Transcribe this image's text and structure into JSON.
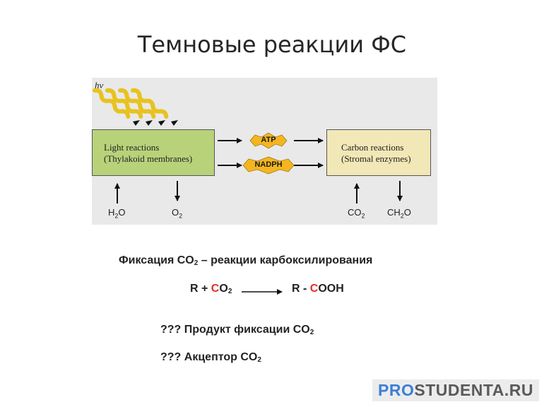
{
  "slide": {
    "title": "Темновые реакции ФС"
  },
  "diagram": {
    "hv_label": "hν",
    "light_box": {
      "line1": "Light reactions",
      "line2": "(Thylakoid membranes)"
    },
    "carbon_box": {
      "line1": "Carbon reactions",
      "line2": "(Stromal enzymes)"
    },
    "atp_label": "ATP",
    "nadph_label": "NADPH",
    "inputs": {
      "h2o": {
        "base": "H",
        "sub": "2",
        "tail": "O"
      },
      "o2": {
        "base": "O",
        "sub": "2",
        "tail": ""
      },
      "co2": {
        "base": "CO",
        "sub": "2",
        "tail": ""
      },
      "ch2o": {
        "base": "CH",
        "sub": "2",
        "tail": "O"
      }
    },
    "colors": {
      "light_box": "#b8d27a",
      "carbon_box": "#f2e7b6",
      "wave": "#e8c21e",
      "badge": "#f5b51f",
      "panel": "#e9e9e9"
    }
  },
  "text": {
    "fixation_heading": "Фиксация CO",
    "fixation_heading_sub": "2",
    "fixation_heading_rest": " – реакции карбоксилирования",
    "equation": {
      "left_a": "R + ",
      "left_c": "C",
      "left_b": "O",
      "left_sub": "2",
      "right_a": "R - ",
      "right_c": "C",
      "right_b": "OOH"
    },
    "question1": "??? Продукт фиксации CO",
    "question1_sub": "2",
    "question2": "??? Акцептор CO",
    "question2_sub": "2",
    "accent_red": "#e0301e"
  },
  "watermark": {
    "part1": "PRO",
    "part2": "STUDENTA.RU",
    "color1": "#3c7fd6",
    "color2": "#5a5a5a"
  }
}
